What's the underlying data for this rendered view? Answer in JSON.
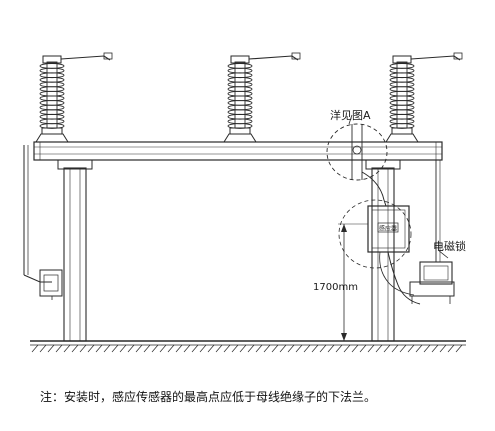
{
  "labels": {
    "detail_ref": "洋见图A",
    "lock": "电磁锁",
    "height_dim": "1700mm",
    "sensor_box_mark": "感应器"
  },
  "caption": "注：安装时，感应传感器的最高点应低于母线绝缘子的下法兰。",
  "colors": {
    "line": "#2a2a2a",
    "background": "#ffffff"
  }
}
